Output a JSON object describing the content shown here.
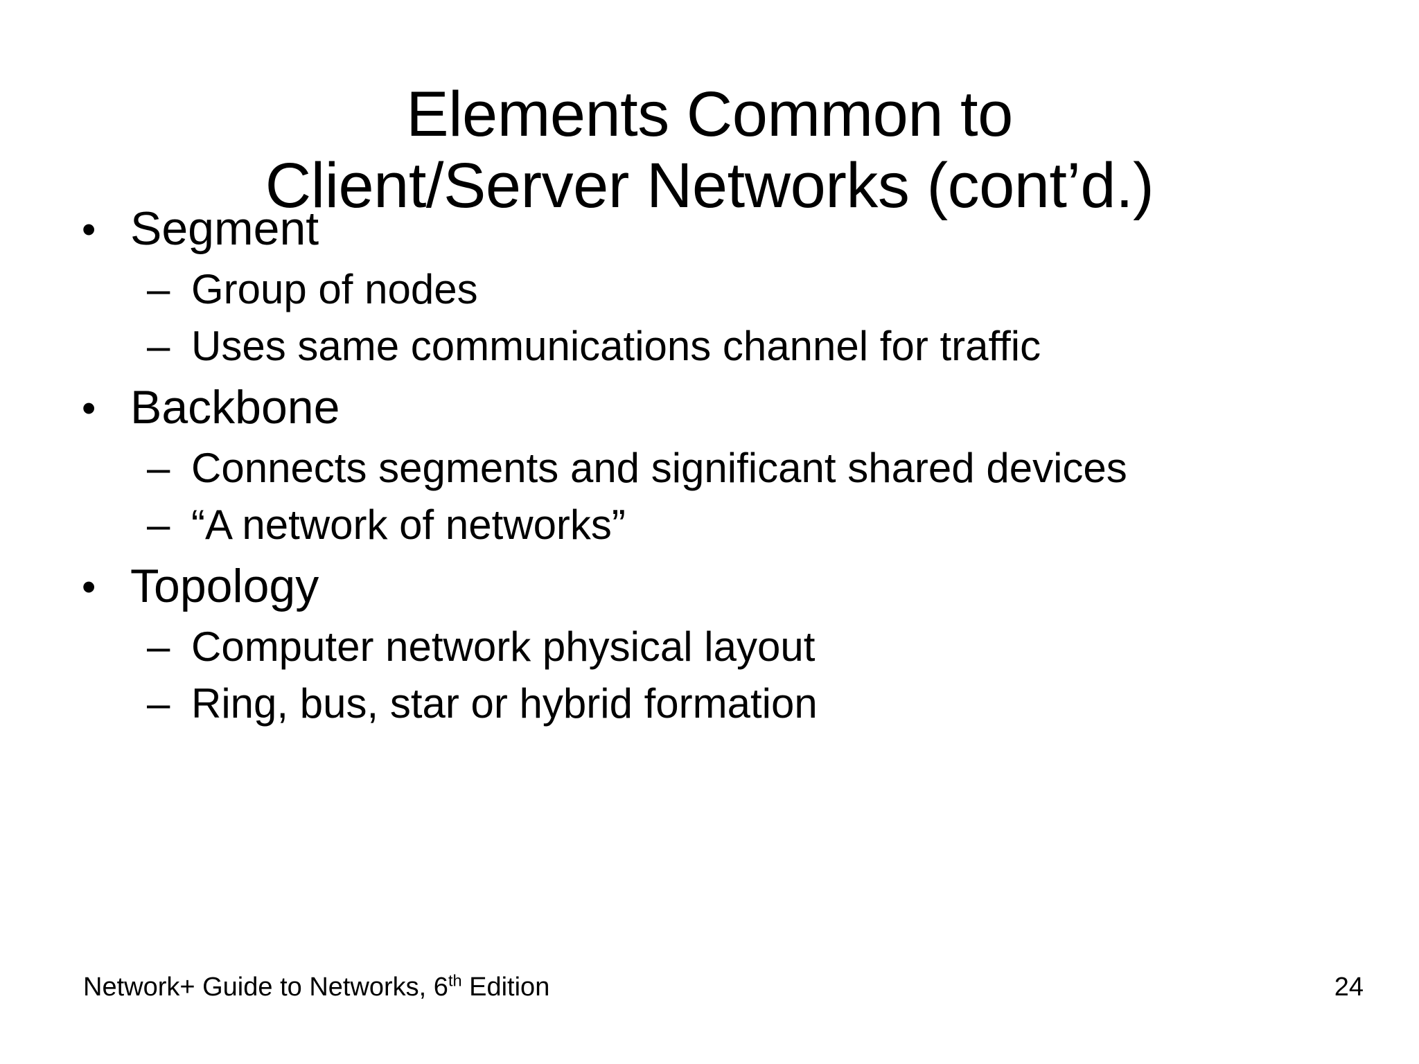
{
  "slide": {
    "background_color": "#ffffff",
    "text_color": "#000000",
    "title": {
      "line1": "Elements Common to",
      "line2": "Client/Server Networks (cont’d.)"
    },
    "bullets": [
      {
        "level": 1,
        "marker": "•",
        "text": "Segment"
      },
      {
        "level": 2,
        "marker": "–",
        "text": "Group of nodes"
      },
      {
        "level": 2,
        "marker": "–",
        "text": "Uses same communications channel for traffic"
      },
      {
        "level": 1,
        "marker": "•",
        "text": "Backbone"
      },
      {
        "level": 2,
        "marker": "–",
        "text": "Connects segments and significant shared devices"
      },
      {
        "level": 2,
        "marker": "–",
        "text": "“A network of networks”"
      },
      {
        "level": 1,
        "marker": "•",
        "text": "Topology"
      },
      {
        "level": 2,
        "marker": "–",
        "text": "Computer network physical layout"
      },
      {
        "level": 2,
        "marker": "–",
        "text": "Ring, bus, star or hybrid formation"
      }
    ],
    "footer": {
      "source_prefix": "Network+ Guide to Networks, 6",
      "source_ordinal": "th",
      "source_suffix": " Edition",
      "page_number": "24"
    }
  }
}
